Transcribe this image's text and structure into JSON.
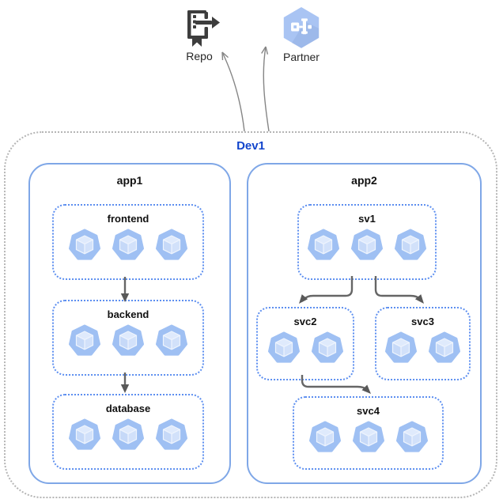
{
  "externals": {
    "repo": {
      "label": "Repo"
    },
    "partner": {
      "label": "Partner"
    }
  },
  "cluster": {
    "label": "Dev1",
    "apps": [
      {
        "label": "app1",
        "services": [
          {
            "label": "frontend",
            "pods": 3
          },
          {
            "label": "backend",
            "pods": 3
          },
          {
            "label": "database",
            "pods": 3
          }
        ],
        "connections": [
          "frontend -> backend",
          "backend -> database"
        ]
      },
      {
        "label": "app2",
        "services": [
          {
            "label": "sv1",
            "pods": 3
          },
          {
            "label": "svc2",
            "pods": 2
          },
          {
            "label": "svc3",
            "pods": 2
          },
          {
            "label": "svc4",
            "pods": 3
          }
        ],
        "connections": [
          "sv1 -> svc2",
          "sv1 -> svc3",
          "svc2 -> svc4"
        ]
      }
    ],
    "external_connections": [
      "Dev1 -> Repo",
      "Dev1 -> Partner"
    ]
  },
  "colors": {
    "cluster_border": "#b5b5b5",
    "cluster_label": "#1245cc",
    "app_border": "#7fa7e7",
    "service_border": "#5d8ff0",
    "arrow": "#666666",
    "pod_fill": "#9fc0f3",
    "partner_hexagon": "#a9c4f3",
    "repo_icon": "#3d3d3d"
  }
}
